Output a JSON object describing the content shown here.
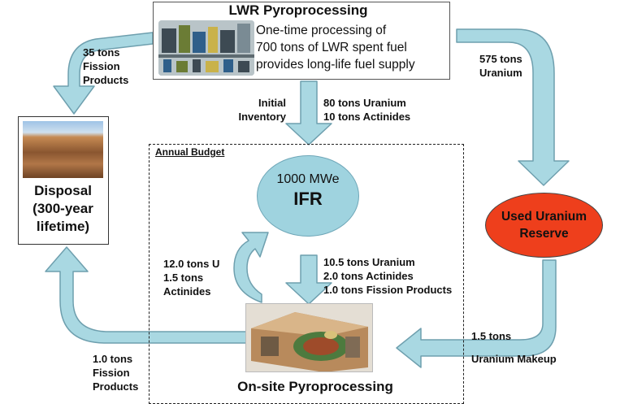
{
  "top_box": {
    "title": "LWR Pyroprocessing",
    "desc_line1": "One-time processing of",
    "desc_line2": "700 tons of LWR spent fuel",
    "desc_line3": "provides long-life fuel supply"
  },
  "disposal": {
    "line1": "Disposal",
    "line2": "(300-year",
    "line3": "lifetime)"
  },
  "ifr": {
    "power": "1000 MWe",
    "name": "IFR"
  },
  "reserve": {
    "line1": "Used Uranium",
    "line2": "Reserve"
  },
  "budget_label": "Annual Budget",
  "onsite_title": "On-site Pyroprocessing",
  "flows": {
    "fission_to_disposal": [
      "35 tons",
      "Fission",
      "Products"
    ],
    "uranium_to_reserve": [
      "575 tons",
      "Uranium"
    ],
    "initial_label": [
      "Initial",
      "Inventory"
    ],
    "initial_amounts": [
      "80 tons Uranium",
      "10 tons Actinides"
    ],
    "recycle_up": [
      "12.0 tons U",
      "1.5 tons",
      "Actinides"
    ],
    "ifr_to_onsite": [
      "10.5 tons Uranium",
      "2.0 tons Actinides",
      "1.0 tons Fission Products"
    ],
    "makeup": [
      "1.5 tons",
      "Uranium Makeup"
    ],
    "onsite_to_disposal": [
      "1.0 tons",
      "Fission",
      "Products"
    ]
  },
  "colors": {
    "arrow_fill": "#a9d8e2",
    "arrow_stroke": "#6e9fae",
    "ifr_fill": "#9fd3df",
    "reserve_fill": "#ee3f1c"
  }
}
